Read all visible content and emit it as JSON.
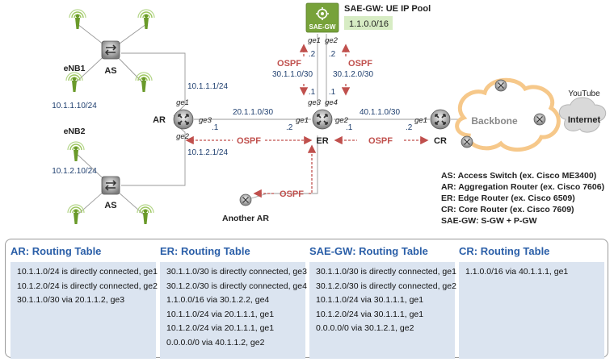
{
  "nodes": {
    "sae_gw": {
      "label": "SAE-GW",
      "pool_label": "SAE-GW: UE IP Pool",
      "pool": "1.1.0.0/16"
    },
    "ar": {
      "label": "AR"
    },
    "er": {
      "label": "ER"
    },
    "cr": {
      "label": "CR"
    },
    "as_top": {
      "label": "AS"
    },
    "as_bottom": {
      "label": "AS"
    },
    "another_ar": {
      "label": "Another AR"
    },
    "enb1": {
      "label": "eNB1",
      "ip": "10.1.1.10/24"
    },
    "enb2": {
      "label": "eNB2",
      "ip": "10.1.2.10/24"
    },
    "backbone": {
      "label": "Backbone"
    },
    "internet": {
      "label": "Internet",
      "service": "YouTube"
    }
  },
  "interfaces": {
    "ar_ge1": "ge1",
    "ar_ge2": "ge2",
    "ar_ge3": "ge3",
    "er_ge1": "ge1",
    "er_ge2": "ge2",
    "er_ge3": "ge3",
    "er_ge4": "ge4",
    "sae_ge1": "ge1",
    "sae_ge2": "ge2",
    "cr_ge1": "ge1"
  },
  "addresses": {
    "ar_ge1_net": "10.1.1.1/24",
    "ar_ge2_net": "10.1.2.1/24",
    "ar_er_net": "20.1.1.0/30",
    "ar_er_h1": ".1",
    "ar_er_h2": ".2",
    "er_sae_net1": "30.1.1.0/30",
    "er_sae_net2": "30.1.2.0/30",
    "sae_h1": ".2",
    "sae_h2": ".2",
    "er_h3": ".1",
    "er_h4": ".1",
    "er_cr_net": "40.1.1.0/30",
    "er_cr_h1": ".1",
    "er_cr_h2": ".2"
  },
  "ospf": {
    "label": "OSPF"
  },
  "legend": [
    "AS: Access Switch (ex. Cisco ME3400)",
    "AR: Aggregation Router (ex. Cisco 7606)",
    "ER: Edge Router (ex. Cisco 6509)",
    "CR: Core Router (ex. Cisco 7609)",
    "SAE-GW: S-GW + P-GW"
  ],
  "routing_tables": [
    {
      "title": "AR: Routing Table",
      "rows": [
        "10.1.1.0/24 is directly connected, ge1",
        "10.1.2.0/24 is directly connected, ge2",
        "30.1.1.0/30 via 20.1.1.2, ge3"
      ]
    },
    {
      "title": "ER: Routing Table",
      "rows": [
        "30.1.1.0/30 is directly connected, ge3",
        "30.1.2.0/30 is directly connected, ge4",
        "1.1.0.0/16 via 30.1.2.2, ge4",
        "10.1.1.0/24 via 20.1.1.1, ge1",
        "10.1.2.0/24 via 20.1.1.1, ge1",
        "0.0.0.0/0 via 40.1.1.2, ge2"
      ]
    },
    {
      "title": "SAE-GW: Routing Table",
      "rows": [
        "30.1.1.0/30 is directly connected, ge1",
        "30.1.2.0/30 is directly connected, ge2",
        "10.1.1.0/24 via 30.1.1.1, ge1",
        "10.1.2.0/24 via 30.1.1.1, ge1",
        "0.0.0.0/0 via 30.1.2.1, ge2"
      ]
    },
    {
      "title": "CR: Routing Table",
      "rows": [
        "1.1.0.0/16 via 40.1.1.1, ge1"
      ]
    }
  ],
  "colors": {
    "title_blue": "#2b5fa8",
    "ospf_red": "#c0504d",
    "enb_green": "#7aa83a",
    "table_bg": "#dbe4f0",
    "backbone_orange": "#f6c88a"
  }
}
